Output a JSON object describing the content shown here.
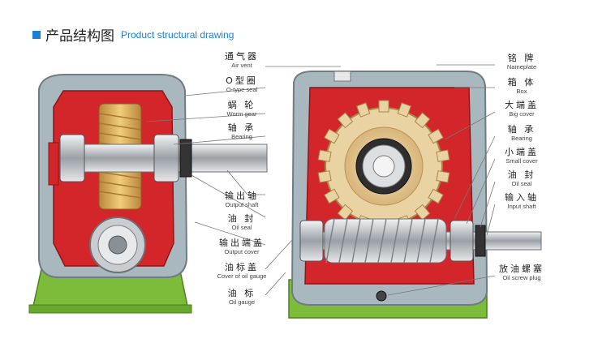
{
  "header": {
    "title_cn": "产品结构图",
    "title_en": "Product structural drawing",
    "accent_color": "#1b7fd4"
  },
  "labels_center": [
    {
      "id": "air-vent",
      "cn": "通气器",
      "en": "Air vent"
    },
    {
      "id": "o-type-seal",
      "cn": "O型圈",
      "en": "O-type seal"
    },
    {
      "id": "worm-gear",
      "cn": "蜗 轮",
      "en": "Worm gear"
    },
    {
      "id": "bearing-left",
      "cn": "轴 承",
      "en": "Bearing"
    },
    {
      "id": "output-shaft",
      "cn": "输出轴",
      "en": "Output shaft"
    },
    {
      "id": "oil-seal-left",
      "cn": "油 封",
      "en": "Oil seal"
    },
    {
      "id": "output-cover",
      "cn": "输出端盖",
      "en": "Output cover"
    },
    {
      "id": "cover-of-oil-gauge",
      "cn": "油标盖",
      "en": "Cover of oil gauge"
    },
    {
      "id": "oil-gauge",
      "cn": "油 标",
      "en": "Oil gauge"
    }
  ],
  "labels_right": [
    {
      "id": "nameplate",
      "cn": "铭 牌",
      "en": "Nameplate"
    },
    {
      "id": "box",
      "cn": "箱 体",
      "en": "Box"
    },
    {
      "id": "big-cover",
      "cn": "大端盖",
      "en": "Big cover"
    },
    {
      "id": "bearing-right",
      "cn": "轴 承",
      "en": "Bearing"
    },
    {
      "id": "small-cover",
      "cn": "小端盖",
      "en": "Small cover"
    },
    {
      "id": "oil-seal-right",
      "cn": "油 封",
      "en": "Oil seal"
    },
    {
      "id": "input-shaft",
      "cn": "输入轴",
      "en": "Input shaft"
    },
    {
      "id": "oil-screw-plug",
      "cn": "放油螺塞",
      "en": "Oil screw plug"
    }
  ],
  "colors": {
    "housing_red": "#d3262b",
    "housing_gray": "#a9b8bf",
    "base_green": "#7dbb3a",
    "bronze": "#d9a84e",
    "steel": "#c9ccd0"
  }
}
